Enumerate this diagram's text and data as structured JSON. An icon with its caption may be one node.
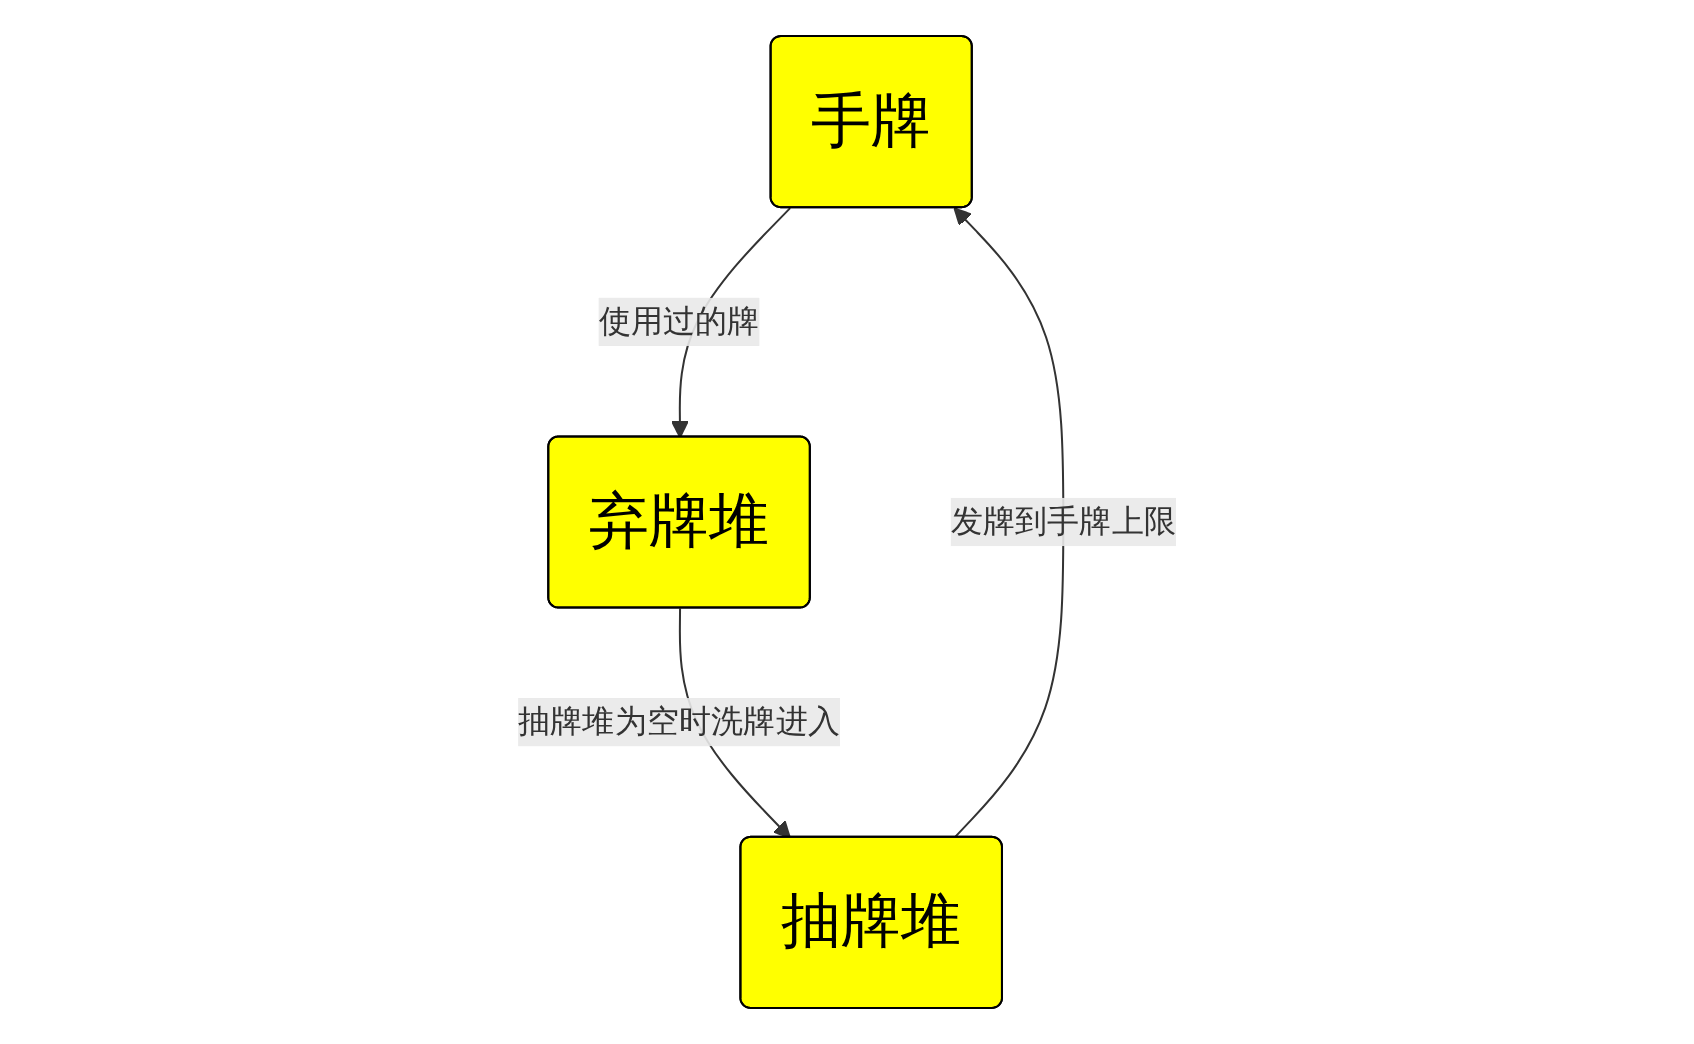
{
  "diagram": {
    "nodes": [
      {
        "text": [
          "手牌"
        ]
      },
      {
        "text": [
          "弃牌堆"
        ]
      },
      {
        "text": [
          "抽牌堆"
        ]
      }
    ],
    "edges": [
      {
        "from": 2,
        "to": 0,
        "arrow": "to",
        "label": "发牌到手牌上限"
      },
      {
        "from": 0,
        "to": 1,
        "arrow": "to",
        "label": "使用过的牌"
      },
      {
        "from": 1,
        "to": 2,
        "arrow": "to",
        "label": "抽牌堆为空时洗牌进入"
      }
    ]
  }
}
